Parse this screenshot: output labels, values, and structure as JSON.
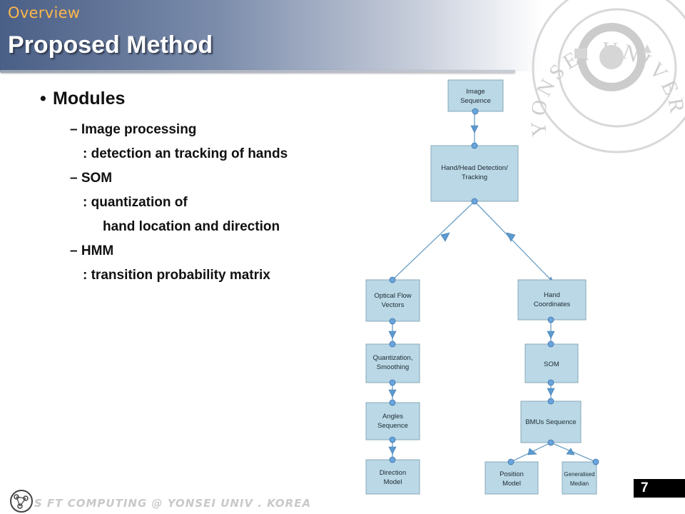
{
  "header": {
    "section": "Overview",
    "title": "Proposed Method"
  },
  "seal": {
    "text": "YONSEI UNIVERSITY"
  },
  "content": {
    "main_bullet": "Modules",
    "lines": [
      "– Image processing",
      ": detection an tracking of hands",
      "– SOM",
      ": quantization of",
      "hand location and direction",
      "– HMM",
      ":  transition probability matrix"
    ]
  },
  "diagram": {
    "nodes": {
      "image_sequence": [
        "Image",
        "Sequence"
      ],
      "hand_head": [
        "Hand/Head Detection/",
        "Tracking"
      ],
      "optical_flow": [
        "Optical Flow",
        "Vectors"
      ],
      "hand_coords": [
        "Hand",
        "Coordinates"
      ],
      "quantization": [
        "Quantization,",
        "Smoothing"
      ],
      "som": [
        "SOM"
      ],
      "angles": [
        "Angles",
        "Sequence"
      ],
      "bmus": [
        "BMUs Sequence"
      ],
      "direction": [
        "Direction",
        "Model"
      ],
      "position": [
        "Position",
        "Model"
      ],
      "generalised": [
        "Generalised",
        "Median"
      ]
    },
    "colors": {
      "box": "#bad8e6",
      "arrow": "#5c9ad0"
    }
  },
  "footer": {
    "text": "S FT COMPUTING @ YONSEI UNIV . KOREA",
    "page_number": "7"
  }
}
